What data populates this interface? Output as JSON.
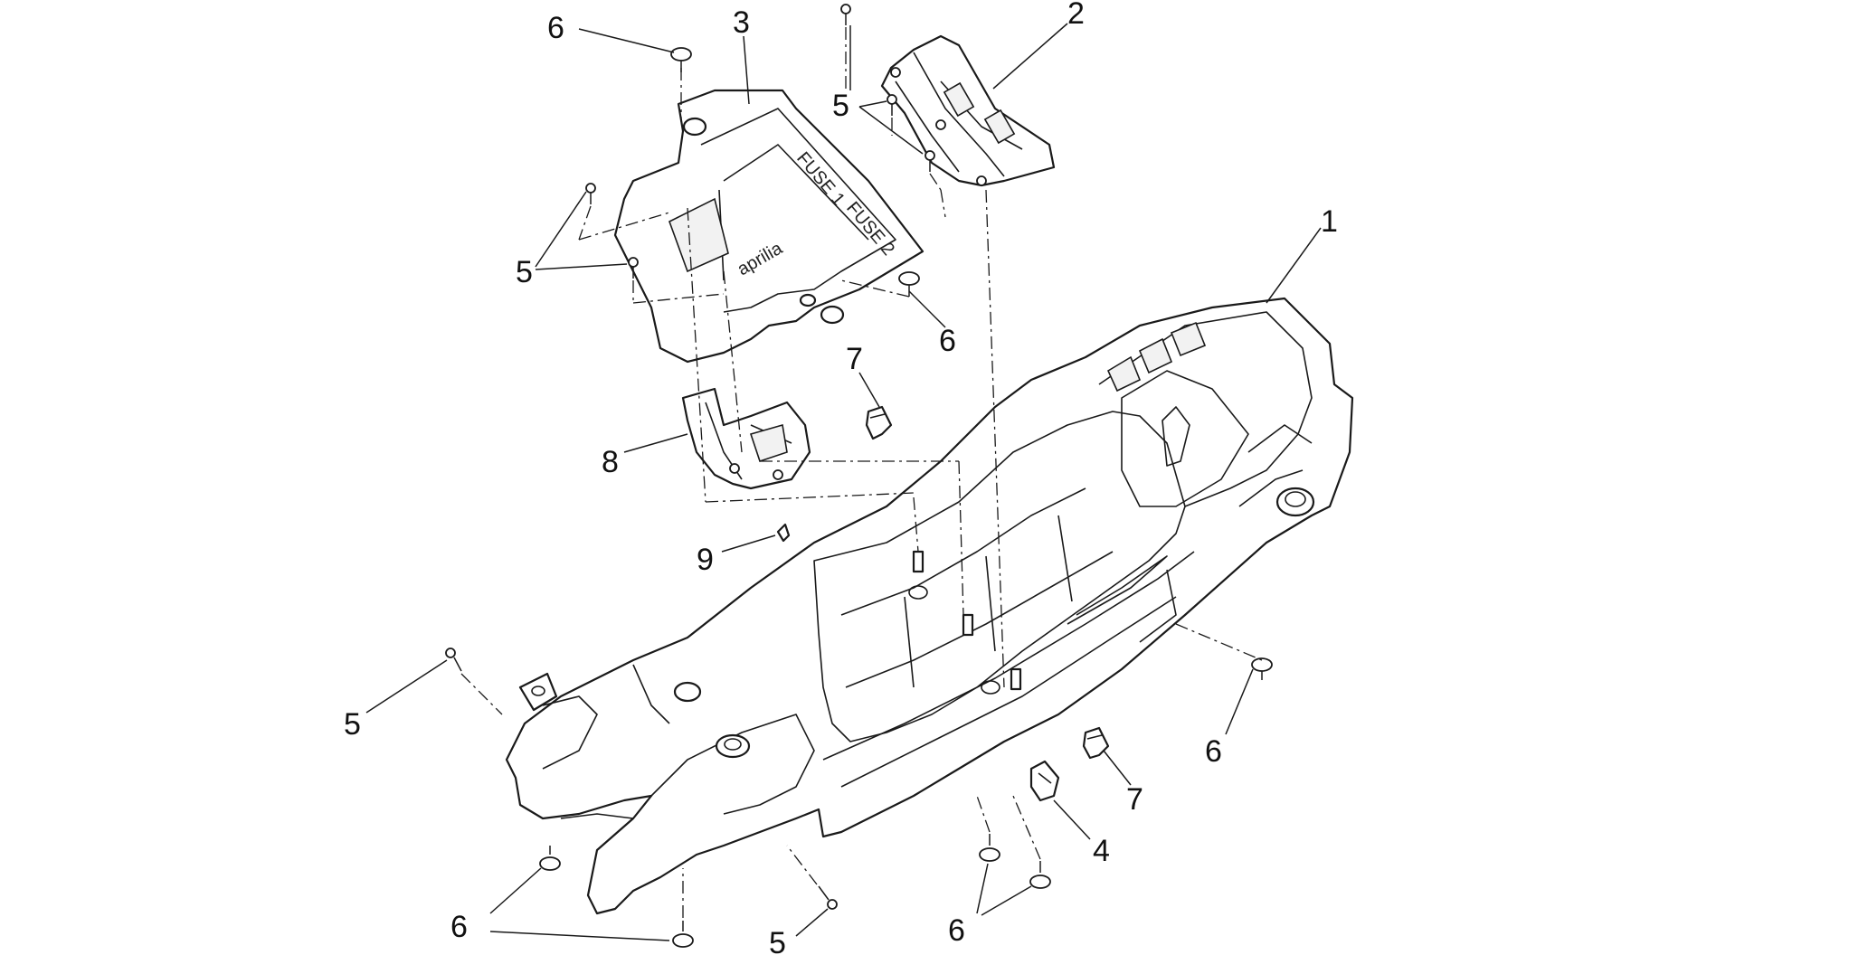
{
  "diagram": {
    "colors": {
      "line": "#1a1a1a",
      "background": "#ffffff"
    },
    "parts": [
      {
        "id": "p1",
        "label": "1"
      },
      {
        "id": "p2",
        "label": "2"
      },
      {
        "id": "p3",
        "label": "3"
      },
      {
        "id": "p4",
        "label": "4"
      },
      {
        "id": "p5",
        "label": "5"
      },
      {
        "id": "p6",
        "label": "6"
      },
      {
        "id": "p7",
        "label": "7"
      },
      {
        "id": "p8",
        "label": "8"
      },
      {
        "id": "p9",
        "label": "9"
      }
    ],
    "callouts": {
      "c6_top": "6",
      "c3": "3",
      "c5_top": "5",
      "c2": "2",
      "c1": "1",
      "c5_left": "5",
      "c6_mid": "6",
      "c7_top": "7",
      "c8": "8",
      "c9": "9",
      "c5_bl": "5",
      "c6_right": "6",
      "c7_bottom": "7",
      "c4": "4",
      "c6_bl": "6",
      "c5_bottom": "5",
      "c6_bottom": "6"
    },
    "tray_marks": {
      "fuse1": "FUSE 1",
      "fuse2": "FUSE 2",
      "brand": "aprilia"
    }
  }
}
